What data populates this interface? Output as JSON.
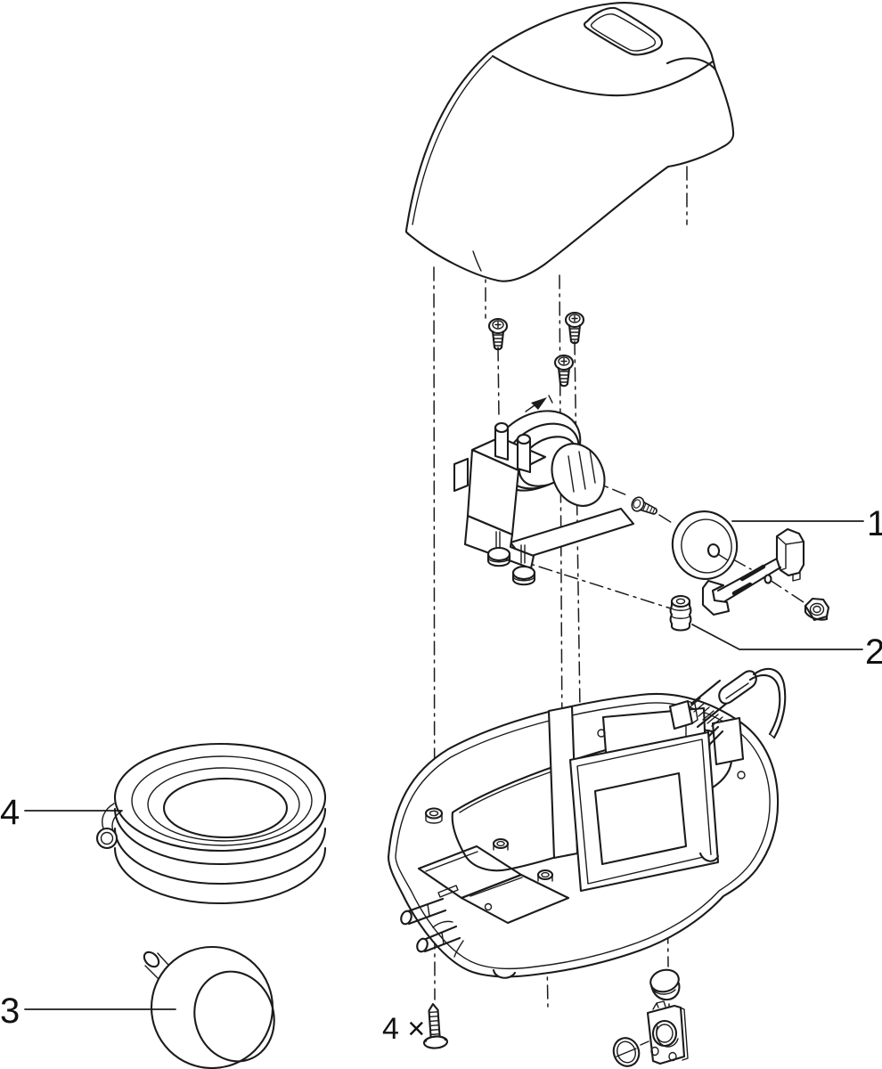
{
  "figure": {
    "type": "exploded-parts-diagram",
    "line_color": "#1b1b1b",
    "background_color": "#ffffff"
  },
  "callouts": {
    "part1": "1",
    "part2": "2",
    "part3": "3",
    "part4": "4",
    "screw_quantity": "4 ×"
  }
}
